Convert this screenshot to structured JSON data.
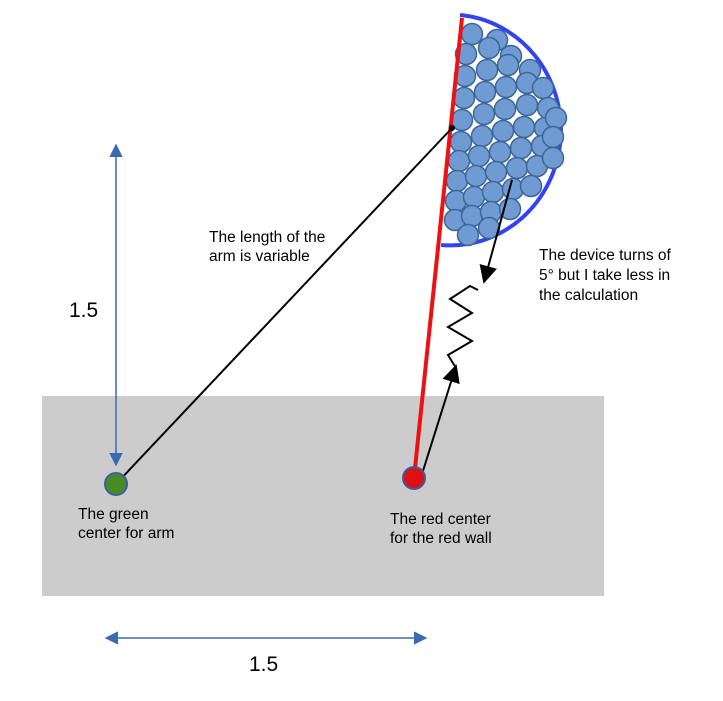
{
  "labels": {
    "vertical_dimension": "1.5",
    "horizontal_dimension": "1.5",
    "arm_length": [
      "The length of the",
      "arm is variable"
    ],
    "device_turn": [
      "The device turns of",
      "5° but I take less in",
      "the calculation"
    ],
    "green_center": [
      "The green",
      "center for arm"
    ],
    "red_center": [
      "The red center",
      "for the red wall"
    ]
  },
  "colors": {
    "base_block": "#cccccc",
    "red_wall": "#ee1111",
    "red_center": "#dd1111",
    "green_center": "#4a8a22",
    "outline_blue": "#3a5fa0",
    "dimension_arrow": "#3a6ab0",
    "ball_fill": "#6f9bd2",
    "ball_stroke": "#3b6698",
    "half_circle": "#3344ee",
    "arm_line": "#000000"
  },
  "icons": {
    "spring": "zigzag-spring-icon",
    "arrows": "arrowhead-icon"
  }
}
